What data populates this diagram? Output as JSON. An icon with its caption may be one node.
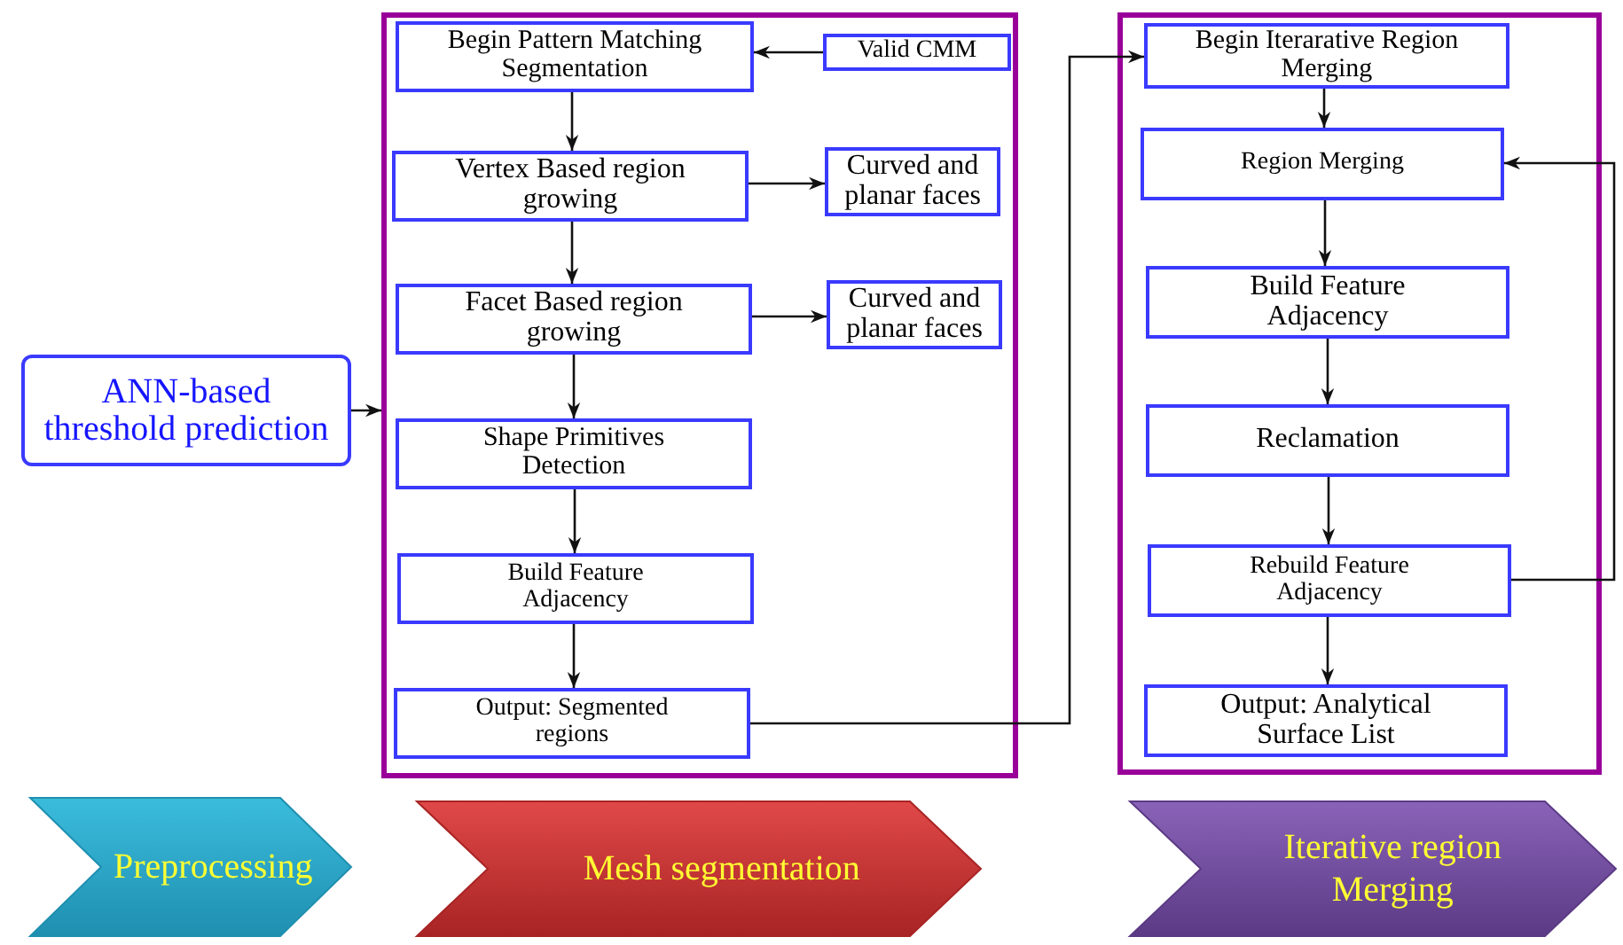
{
  "diagram": {
    "nodes": [
      {
        "text": [
          "ANN-based threshold prediction"
        ]
      },
      {
        "text": [],
        "shape": "box"
      },
      {
        "text": [
          "Begin Pattern Matching Segmentation"
        ],
        "in": 1
      },
      {
        "text": [
          "Valid CMM"
        ],
        "in": 1
      },
      {
        "text": [
          "Vertex Based region growing"
        ],
        "in": 1
      },
      {
        "text": [
          "Curved and planar faces"
        ],
        "in": 1
      },
      {
        "text": [
          "Facet Based region growing"
        ],
        "in": 1
      },
      {
        "text": [
          "Curved and planar faces"
        ],
        "in": 1
      },
      {
        "text": [
          "Shape Primitives Detection"
        ],
        "in": 1
      },
      {
        "text": [
          "Build Feature Adjacency"
        ],
        "in": 1
      },
      {
        "text": [
          "Output: Segmented regions"
        ],
        "in": 1
      },
      {
        "text": [],
        "shape": "box"
      },
      {
        "text": [
          "Begin Iterarative Region Merging"
        ],
        "in": 11
      },
      {
        "text": [
          "Region Merging"
        ],
        "in": 11
      },
      {
        "text": [
          "Build Feature Adjacency"
        ],
        "in": 11
      },
      {
        "text": [
          "Reclamation"
        ],
        "in": 11
      },
      {
        "text": [
          "Rebuild Feature Adjacency"
        ],
        "in": 11
      },
      {
        "text": [
          "Output: Analytical Surface List"
        ],
        "in": 11
      },
      {
        "text": [
          "Preprocessing"
        ]
      },
      {
        "text": [
          "Mesh segmentation"
        ]
      },
      {
        "text": [
          "Iterative region Merging"
        ]
      }
    ],
    "edges": [
      {
        "from": 0,
        "to": 1,
        "arrow": "to"
      },
      {
        "from": 3,
        "to": 2,
        "arrow": "to"
      },
      {
        "from": 2,
        "to": 4,
        "arrow": "to"
      },
      {
        "from": 4,
        "to": 5,
        "arrow": "to"
      },
      {
        "from": 4,
        "to": 6,
        "arrow": "to"
      },
      {
        "from": 6,
        "to": 7,
        "arrow": "to"
      },
      {
        "from": 6,
        "to": 8,
        "arrow": "to"
      },
      {
        "from": 8,
        "to": 9,
        "arrow": "to"
      },
      {
        "from": 9,
        "to": 10,
        "arrow": "to"
      },
      {
        "from": 10,
        "to": 12,
        "arrow": "to"
      },
      {
        "from": 12,
        "to": 13,
        "arrow": "to"
      },
      {
        "from": 13,
        "to": 14,
        "arrow": "to"
      },
      {
        "from": 14,
        "to": 15,
        "arrow": "to"
      },
      {
        "from": 15,
        "to": 16,
        "arrow": "to"
      },
      {
        "from": 16,
        "to": 13,
        "arrow": "to"
      },
      {
        "from": 16,
        "to": 17,
        "arrow": "to"
      }
    ]
  }
}
